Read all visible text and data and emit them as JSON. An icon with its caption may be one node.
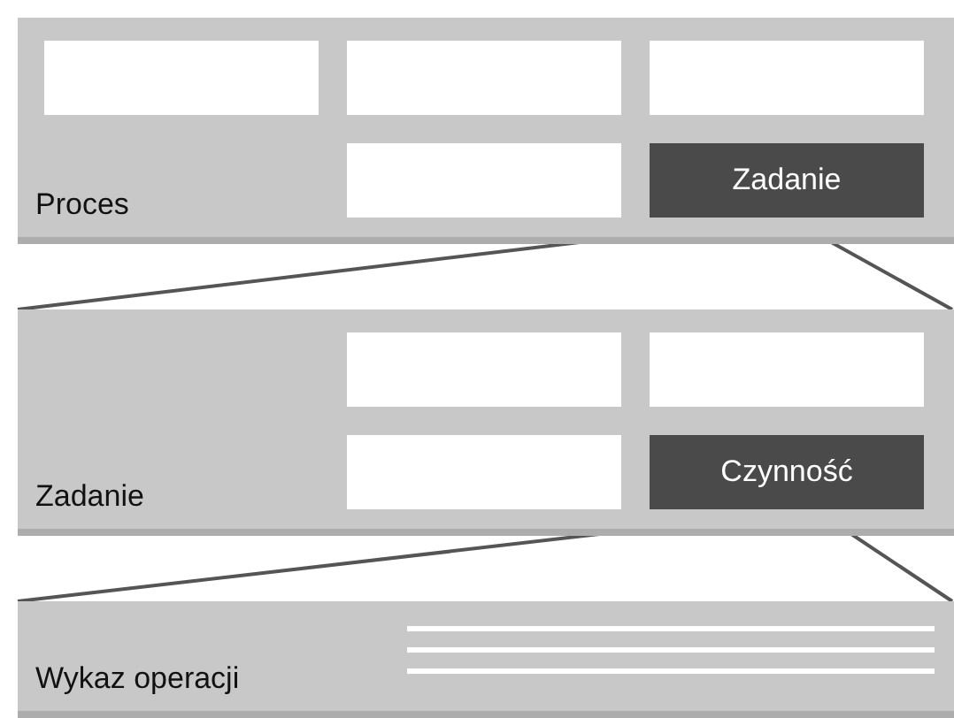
{
  "diagram": {
    "nodes": [
      {
        "text": [
          "Proces"
        ]
      },
      {
        "text": [],
        "shape": "box",
        "in": 0
      },
      {
        "text": [],
        "shape": "box",
        "in": 0
      },
      {
        "text": [],
        "shape": "box",
        "in": 0
      },
      {
        "text": [],
        "shape": "box",
        "in": 0
      },
      {
        "text": [
          "Zadanie"
        ],
        "in": 0
      },
      {
        "text": [
          "Zadanie"
        ]
      },
      {
        "text": [],
        "shape": "box",
        "in": 6
      },
      {
        "text": [],
        "shape": "box",
        "in": 6
      },
      {
        "text": [],
        "shape": "box",
        "in": 6
      },
      {
        "text": [
          "Czynność"
        ],
        "in": 6
      },
      {
        "text": [
          "Wykaz operacji"
        ]
      }
    ],
    "edges": [
      {
        "from": 5,
        "to": 6,
        "arrow": "none"
      },
      {
        "from": 5,
        "to": 6,
        "arrow": "none"
      },
      {
        "from": 10,
        "to": 11,
        "arrow": "none"
      },
      {
        "from": 10,
        "to": 11,
        "arrow": "none"
      }
    ]
  }
}
